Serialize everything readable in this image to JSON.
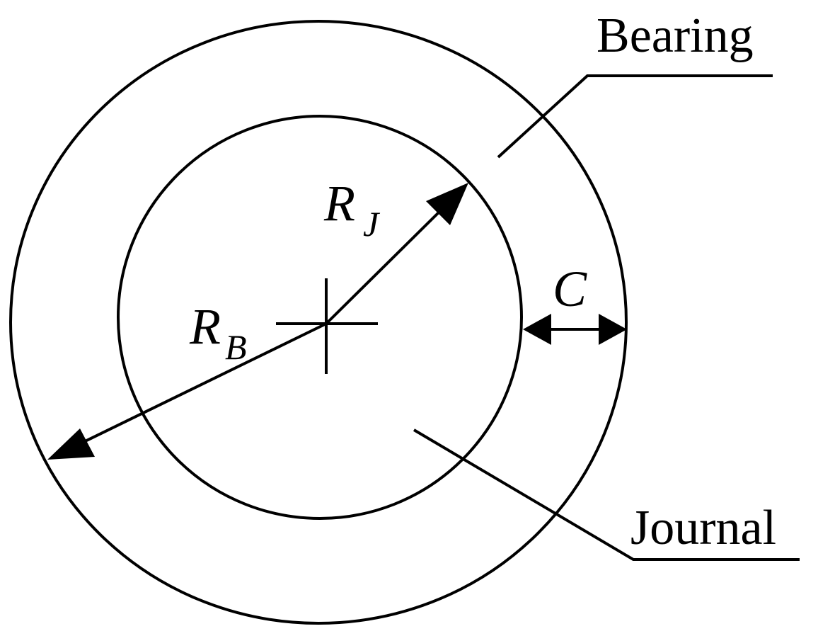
{
  "labels": {
    "bearing": "Bearing",
    "journal": "Journal",
    "clearance": "C",
    "journal_radius": {
      "symbol": "R",
      "subscript": "J"
    },
    "bearing_radius": {
      "symbol": "R",
      "subscript": "B"
    }
  },
  "colors": {
    "stroke": "#000000",
    "background": "#ffffff"
  }
}
